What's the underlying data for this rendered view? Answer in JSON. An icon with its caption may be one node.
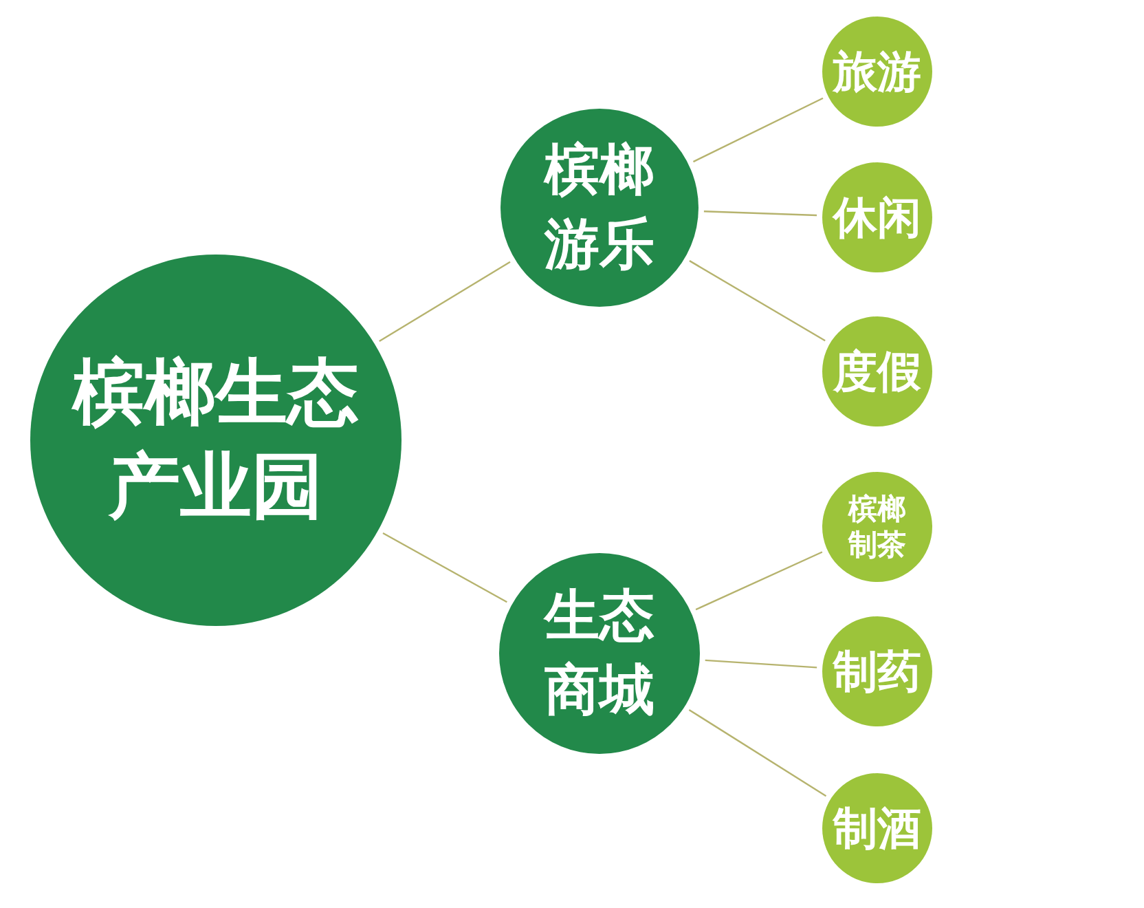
{
  "diagram": {
    "nodes": [
      {
        "text": [
          "槟榔生态产业园"
        ]
      },
      {
        "text": [
          "槟榔游乐"
        ]
      },
      {
        "text": [
          "旅游"
        ]
      },
      {
        "text": [
          "休闲"
        ]
      },
      {
        "text": [
          "度假"
        ]
      },
      {
        "text": [
          "生态商城"
        ]
      },
      {
        "text": [
          "槟榔制茶"
        ]
      },
      {
        "text": [
          "制药"
        ]
      },
      {
        "text": [
          "制酒"
        ]
      }
    ],
    "edges": [
      {
        "from": 0,
        "to": 1,
        "arrow": "none"
      },
      {
        "from": 0,
        "to": 5,
        "arrow": "none"
      },
      {
        "from": 1,
        "to": 2,
        "arrow": "none"
      },
      {
        "from": 1,
        "to": 3,
        "arrow": "none"
      },
      {
        "from": 1,
        "to": 4,
        "arrow": "none"
      },
      {
        "from": 5,
        "to": 6,
        "arrow": "none"
      },
      {
        "from": 5,
        "to": 7,
        "arrow": "none"
      },
      {
        "from": 5,
        "to": 8,
        "arrow": "none"
      }
    ]
  }
}
